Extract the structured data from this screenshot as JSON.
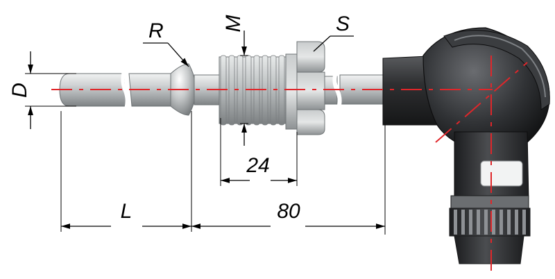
{
  "labels": {
    "d": "D",
    "r": "R",
    "m": "M",
    "s": "S",
    "l": "L",
    "dim_24": "24",
    "dim_80": "80"
  },
  "colors": {
    "metal_light": "#d9dcdd",
    "metal_mid": "#a7abad",
    "metal_dark": "#6e7375",
    "body_dark": "#2b2c2e",
    "body_mid": "#4a4c4f",
    "axis": "#e0262a"
  }
}
